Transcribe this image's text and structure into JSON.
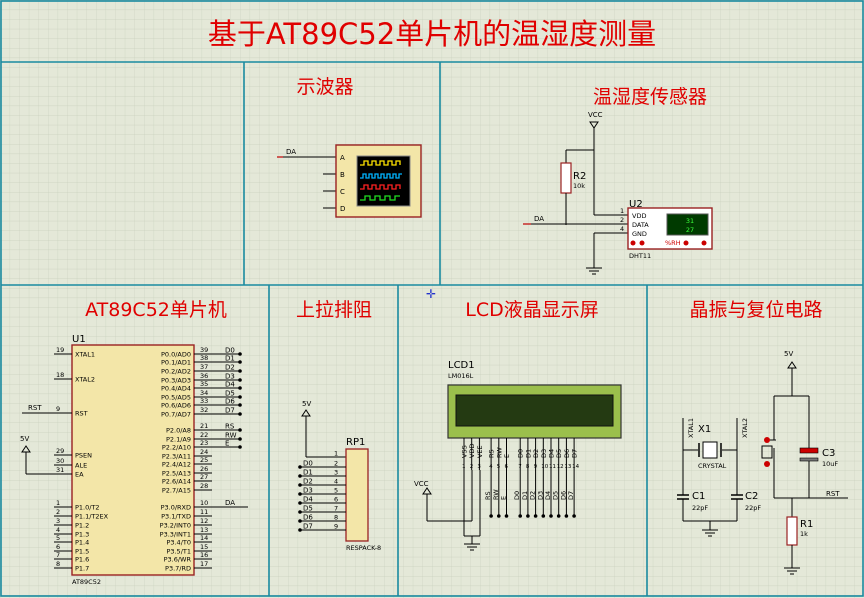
{
  "title": "基于AT89C52单片机的温湿度测量",
  "sections": {
    "oscilloscope": "示波器",
    "sensor": "温湿度传感器",
    "mcu": "AT89C52单片机",
    "pullup": "上拉排阻",
    "lcd": "LCD液晶显示屏",
    "crystal_reset": "晶振与复位电路"
  },
  "oscilloscope": {
    "net": "DA",
    "channels": [
      "A",
      "B",
      "C",
      "D"
    ]
  },
  "sensor": {
    "vcc": "VCC",
    "net": "DA",
    "ref": "U2",
    "part": "DHT11",
    "r2": {
      "ref": "R2",
      "value": "10k"
    },
    "pins": [
      {
        "num": "1",
        "name": "VDD"
      },
      {
        "num": "2",
        "name": "DATA"
      },
      {
        "num": "4",
        "name": "GND"
      }
    ],
    "display": [
      "31",
      "27"
    ],
    "rh_label": "%RH"
  },
  "mcu": {
    "ref": "U1",
    "part": "AT89C52",
    "rst_net": "RST",
    "vcc": "5V",
    "da_net": "DA",
    "left_pins": [
      {
        "num": "19",
        "name": "XTAL1"
      },
      {
        "num": "18",
        "name": "XTAL2"
      },
      {
        "num": "9",
        "name": "RST"
      },
      {
        "num": "29",
        "name": "PSEN"
      },
      {
        "num": "30",
        "name": "ALE"
      },
      {
        "num": "31",
        "name": "EA"
      },
      {
        "num": "1",
        "name": "P1.0/T2"
      },
      {
        "num": "2",
        "name": "P1.1/T2EX"
      },
      {
        "num": "3",
        "name": "P1.2"
      },
      {
        "num": "4",
        "name": "P1.3"
      },
      {
        "num": "5",
        "name": "P1.4"
      },
      {
        "num": "6",
        "name": "P1.5"
      },
      {
        "num": "7",
        "name": "P1.6"
      },
      {
        "num": "8",
        "name": "P1.7"
      }
    ],
    "right_pins": [
      {
        "num": "39",
        "name": "P0.0/AD0",
        "net": "D0"
      },
      {
        "num": "38",
        "name": "P0.1/AD1",
        "net": "D1"
      },
      {
        "num": "37",
        "name": "P0.2/AD2",
        "net": "D2"
      },
      {
        "num": "36",
        "name": "P0.3/AD3",
        "net": "D3"
      },
      {
        "num": "35",
        "name": "P0.4/AD4",
        "net": "D4"
      },
      {
        "num": "34",
        "name": "P0.5/AD5",
        "net": "D5"
      },
      {
        "num": "33",
        "name": "P0.6/AD6",
        "net": "D6"
      },
      {
        "num": "32",
        "name": "P0.7/AD7",
        "net": "D7"
      },
      {
        "num": "21",
        "name": "P2.0/A8",
        "net": "RS"
      },
      {
        "num": "22",
        "name": "P2.1/A9",
        "net": "RW"
      },
      {
        "num": "23",
        "name": "P2.2/A10",
        "net": "E"
      },
      {
        "num": "24",
        "name": "P2.3/A11",
        "net": ""
      },
      {
        "num": "25",
        "name": "P2.4/A12",
        "net": ""
      },
      {
        "num": "26",
        "name": "P2.5/A13",
        "net": ""
      },
      {
        "num": "27",
        "name": "P2.6/A14",
        "net": ""
      },
      {
        "num": "28",
        "name": "P2.7/A15",
        "net": ""
      },
      {
        "num": "10",
        "name": "P3.0/RXD",
        "net": ""
      },
      {
        "num": "11",
        "name": "P3.1/TXD",
        "net": ""
      },
      {
        "num": "12",
        "name": "P3.2/INT0",
        "net": ""
      },
      {
        "num": "13",
        "name": "P3.3/INT1",
        "net": ""
      },
      {
        "num": "14",
        "name": "P3.4/T0",
        "net": ""
      },
      {
        "num": "15",
        "name": "P3.5/T1",
        "net": ""
      },
      {
        "num": "16",
        "name": "P3.6/WR",
        "net": ""
      },
      {
        "num": "17",
        "name": "P3.7/RD",
        "net": ""
      }
    ]
  },
  "pullup": {
    "vcc": "5V",
    "ref": "RP1",
    "part": "RESPACK-8",
    "nets": [
      "D0",
      "D1",
      "D2",
      "D3",
      "D4",
      "D5",
      "D6",
      "D7"
    ],
    "pin_nums": [
      "1",
      "2",
      "3",
      "4",
      "5",
      "6",
      "7",
      "8",
      "9"
    ]
  },
  "lcd": {
    "ref": "LCD1",
    "part": "LM016L",
    "vcc": "VCC",
    "pins": [
      {
        "num": "1",
        "name": "VSS",
        "net": ""
      },
      {
        "num": "2",
        "name": "VDD",
        "net": ""
      },
      {
        "num": "3",
        "name": "VEE",
        "net": ""
      },
      {
        "num": "4",
        "name": "RS",
        "net": "RS"
      },
      {
        "num": "5",
        "name": "RW",
        "net": "RW"
      },
      {
        "num": "6",
        "name": "E",
        "net": "E"
      },
      {
        "num": "7",
        "name": "D0",
        "net": "D0"
      },
      {
        "num": "8",
        "name": "D1",
        "net": "D1"
      },
      {
        "num": "9",
        "name": "D2",
        "net": "D2"
      },
      {
        "num": "10",
        "name": "D3",
        "net": "D3"
      },
      {
        "num": "11",
        "name": "D4",
        "net": "D4"
      },
      {
        "num": "12",
        "name": "D5",
        "net": "D5"
      },
      {
        "num": "13",
        "name": "D6",
        "net": "D6"
      },
      {
        "num": "14",
        "name": "D7",
        "net": "D7"
      }
    ]
  },
  "clock": {
    "xtal1": "XTAL1",
    "xtal2": "XTAL2",
    "x1": {
      "ref": "X1",
      "value": "CRYSTAL"
    },
    "c1": {
      "ref": "C1",
      "value": "22pF"
    },
    "c2": {
      "ref": "C2",
      "value": "22pF"
    }
  },
  "reset": {
    "vcc": "5V",
    "net": "RST",
    "c3": {
      "ref": "C3",
      "value": "10uF"
    },
    "r1": {
      "ref": "R1",
      "value": "1k"
    }
  }
}
